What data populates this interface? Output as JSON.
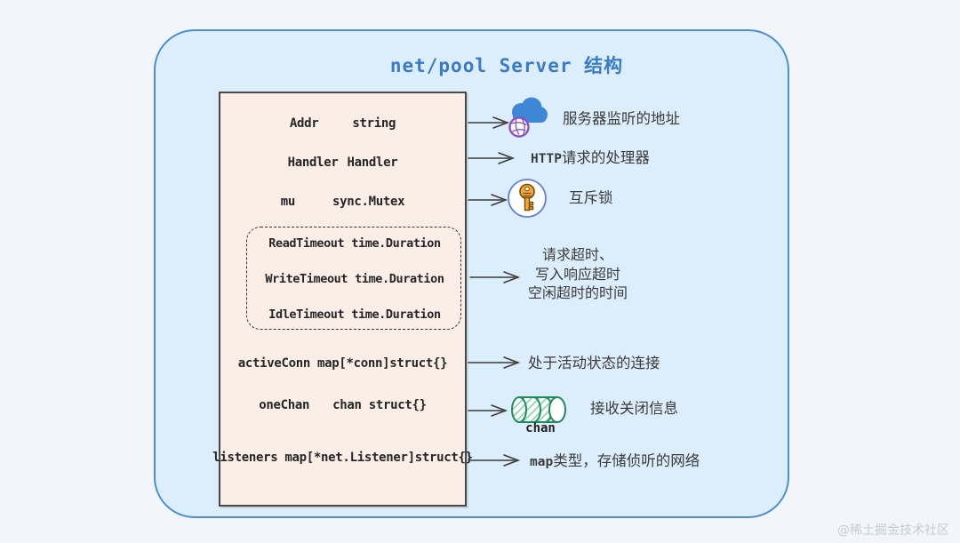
{
  "title": "net/pool Server 结构",
  "struct_box": {
    "fields": [
      {
        "name": "Addr",
        "type": "string"
      },
      {
        "name": "Handler",
        "type": "Handler"
      },
      {
        "name": "mu",
        "type": "sync.Mutex"
      }
    ],
    "timeout_fields": [
      {
        "name": "ReadTimeout",
        "type": "time.Duration"
      },
      {
        "name": "WriteTimeout",
        "type": "time.Duration"
      },
      {
        "name": "IdleTimeout",
        "type": "time.Duration"
      }
    ],
    "bottom_fields": [
      {
        "name": "activeConn",
        "type": "map[*conn]struct{}"
      },
      {
        "name": "oneChan",
        "type": "chan struct{}"
      },
      {
        "name": "listeners",
        "type": "map[*net.Listener]struct{}"
      }
    ]
  },
  "annotations": {
    "addr": "服务器监听的地址",
    "handler_prefix": "HTTP",
    "handler": "请求的处理器",
    "mu": "互斥锁",
    "timeouts_line1": "请求超时、",
    "timeouts_line2": "写入响应超时",
    "timeouts_line3": "空闲超时的时间",
    "active_conn": "处于活动状态的连接",
    "one_chan": "接收关闭信息",
    "chan_label": "chan",
    "listeners_prefix": "map",
    "listeners": "类型，存储侦听的网络"
  },
  "icons": {
    "addr": "cloud-globe-icon",
    "mu": "key-icon",
    "one_chan": "channel-cylinder-icon"
  },
  "colors": {
    "page_bg": "#f2f6fa",
    "container_fill": "#dceefb",
    "container_border": "#4a8fd5",
    "title_text": "#3a7bc8",
    "struct_fill": "#faeee7",
    "struct_border": "#474747",
    "arrow": "#3a3a3a",
    "cloud_blue": "#3e86d6",
    "globe_purple": "#8a53c0",
    "key_gold": "#f2a93b",
    "key_circle_blue": "#5f7fe0",
    "channel_green": "#1e8a5e"
  },
  "watermark": "@稀土掘金技术社区"
}
